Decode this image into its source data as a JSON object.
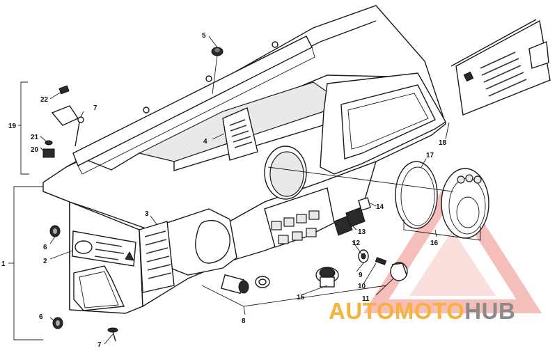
{
  "callouts": [
    {
      "id": "c1",
      "label": "1"
    },
    {
      "id": "c2",
      "label": "2"
    },
    {
      "id": "c3",
      "label": "3"
    },
    {
      "id": "c4",
      "label": "4"
    },
    {
      "id": "c5",
      "label": "5"
    },
    {
      "id": "c6a",
      "label": "6"
    },
    {
      "id": "c6b",
      "label": "6"
    },
    {
      "id": "c7a",
      "label": "7"
    },
    {
      "id": "c7b",
      "label": "7"
    },
    {
      "id": "c8",
      "label": "8"
    },
    {
      "id": "c9",
      "label": "9"
    },
    {
      "id": "c10",
      "label": "10"
    },
    {
      "id": "c11",
      "label": "11"
    },
    {
      "id": "c12",
      "label": "12"
    },
    {
      "id": "c13",
      "label": "13"
    },
    {
      "id": "c14",
      "label": "14"
    },
    {
      "id": "c15",
      "label": "15"
    },
    {
      "id": "c16",
      "label": "16"
    },
    {
      "id": "c17",
      "label": "17"
    },
    {
      "id": "c18",
      "label": "18"
    },
    {
      "id": "c19",
      "label": "19"
    },
    {
      "id": "c20",
      "label": "20"
    },
    {
      "id": "c21",
      "label": "21"
    },
    {
      "id": "c22",
      "label": "22"
    }
  ],
  "watermark": {
    "part1": "AUTO",
    "part2": "MOTO",
    "part3": "HUB",
    "color_orange": "#f6b23c",
    "color_gray": "#8a8a8a",
    "triangle_color": "#f0938f"
  }
}
